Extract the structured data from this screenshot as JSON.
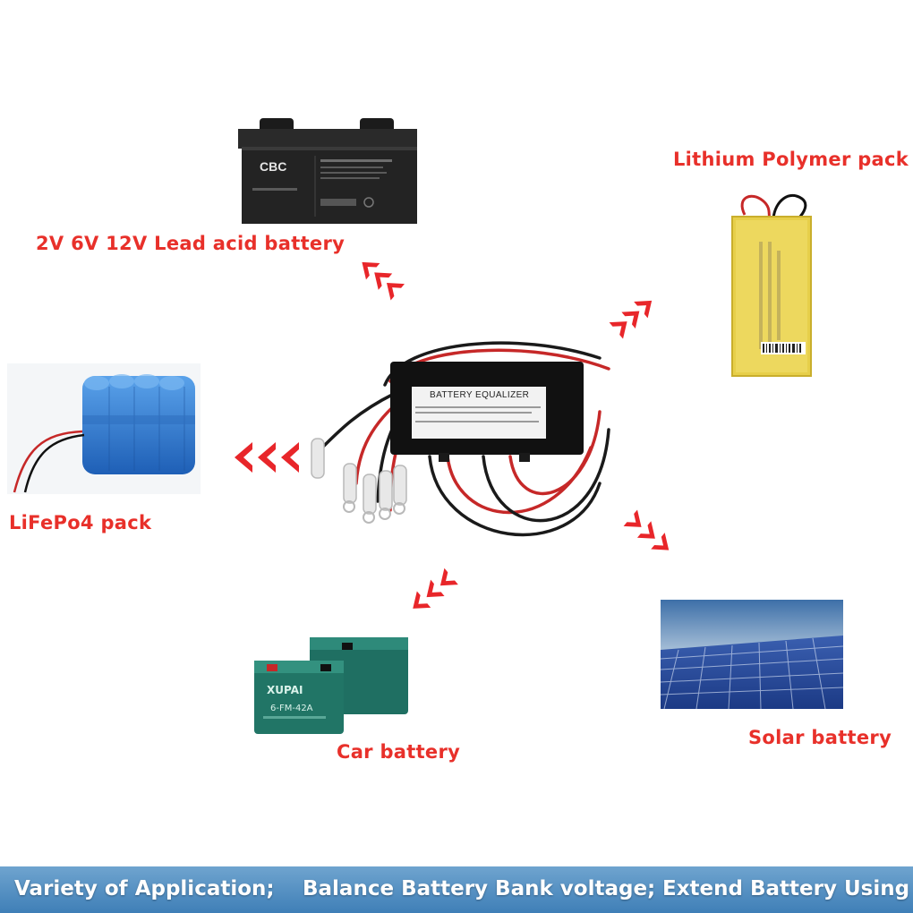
{
  "labels": {
    "lead_acid": "2V 6V 12V Lead acid battery",
    "lithium_polymer": "Lithium Polymer pack",
    "lifepo4": "LiFePo4 pack",
    "car": "Car battery",
    "solar": "Solar battery"
  },
  "equalizer": {
    "title": "BATTERY EQUALIZER"
  },
  "lead_acid_battery": {
    "brand": "CBC"
  },
  "car_battery": {
    "brand": "XUPAI",
    "model": "6-FM-42A"
  },
  "banner": {
    "item_1": "Variety of Application;",
    "item_2": "Balance Battery Bank voltage;",
    "item_3": "Extend Battery Using"
  },
  "colors": {
    "label_red": "#e8302a",
    "arrow_red": "#e8262a",
    "banner_blue": "#4f8cc2"
  }
}
